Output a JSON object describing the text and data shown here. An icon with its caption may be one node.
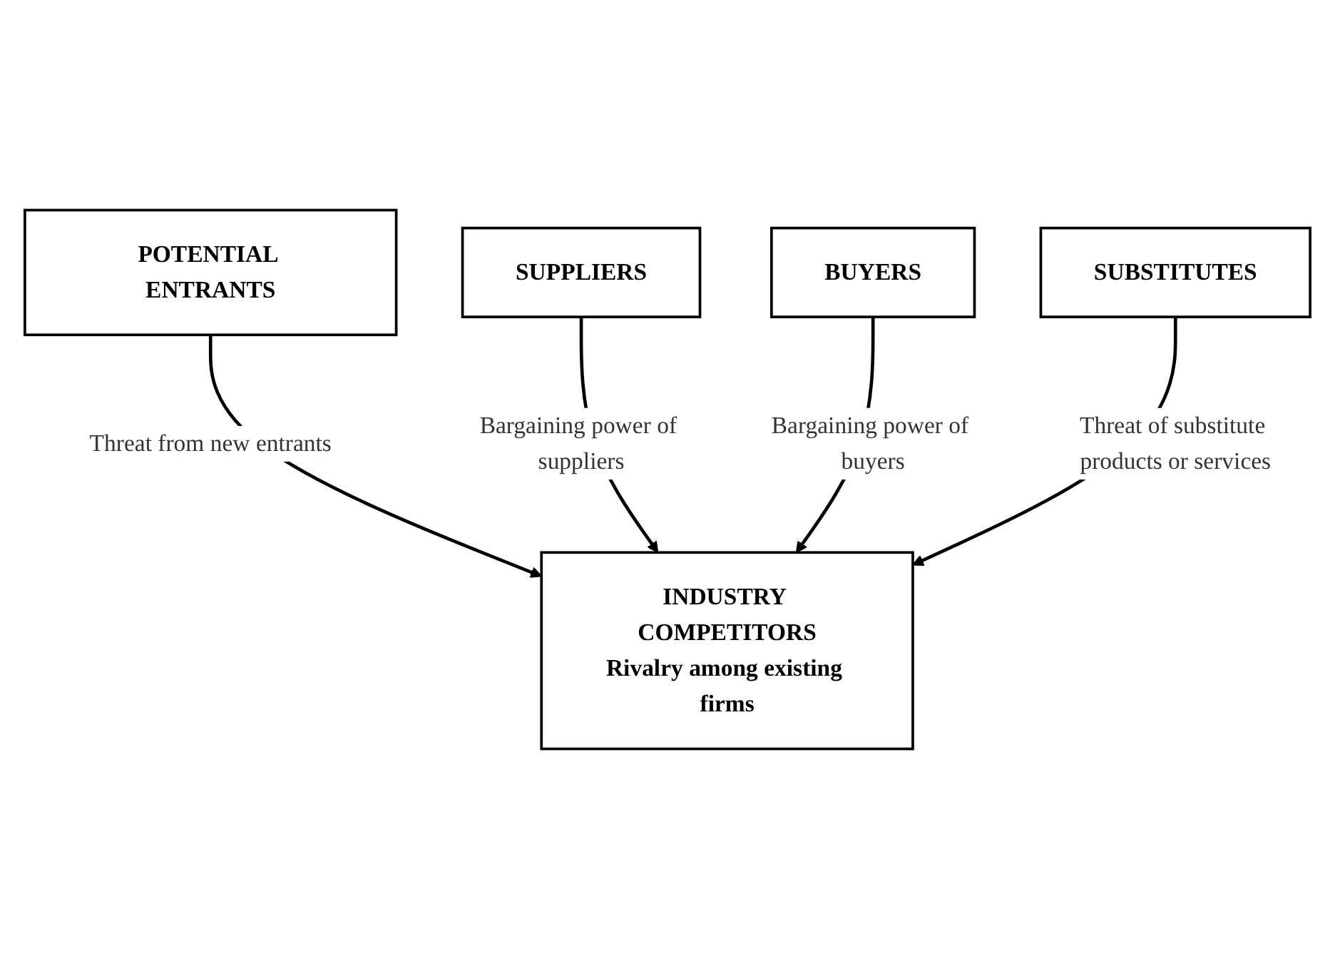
{
  "diagram": {
    "nodes": [
      {
        "text": [
          "POTENTIAL ENTRANTS"
        ]
      },
      {
        "text": [
          "SUPPLIERS"
        ]
      },
      {
        "text": [
          "INDUSTRY COMPETITORS",
          "Rivalry among existing firms"
        ]
      },
      {
        "text": [
          "BUYERS"
        ]
      },
      {
        "text": [
          "SUBSTITUTES"
        ]
      }
    ],
    "edges": [
      {
        "from": 0,
        "to": 2,
        "arrow": "to",
        "label": "Threat from new entrants"
      },
      {
        "from": 1,
        "to": 2,
        "arrow": "to",
        "label": "Bargaining power of suppliers"
      },
      {
        "from": 3,
        "to": 2,
        "arrow": "to",
        "label": "Bargaining power of buyers"
      },
      {
        "from": 4,
        "to": 2,
        "arrow": "to",
        "label": "Threat of substitute products or services"
      }
    ]
  }
}
